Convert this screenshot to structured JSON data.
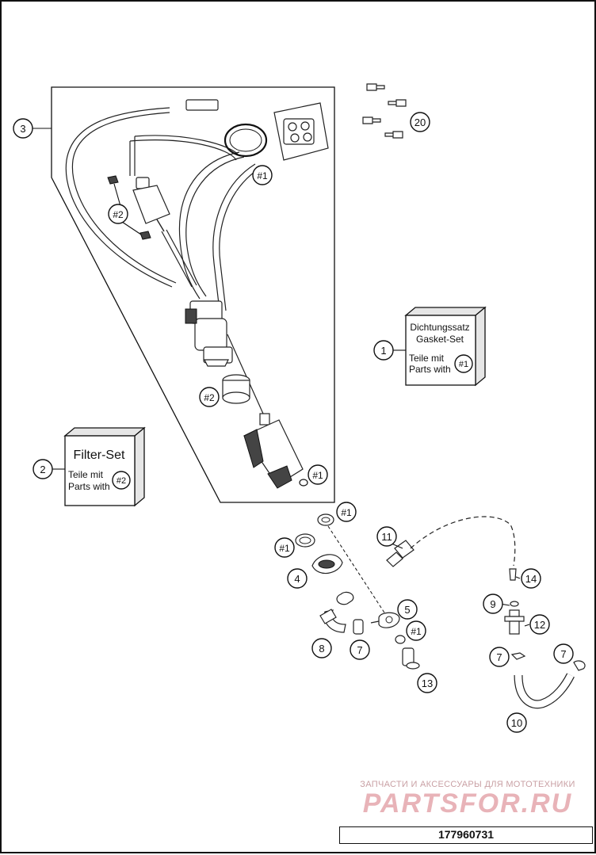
{
  "callouts": {
    "c1": "1",
    "c2": "2",
    "c3": "3",
    "c4": "4",
    "c5": "5",
    "c7a": "7",
    "c7b": "7",
    "c7c": "7",
    "c8": "8",
    "c9": "9",
    "c10": "10",
    "c11": "11",
    "c12": "12",
    "c13": "13",
    "c14": "14",
    "c20": "20",
    "h1_ring": "#1",
    "h2_filter": "#2",
    "h2_sleeve": "#2",
    "h1_oring": "#1",
    "h1_top": "#1",
    "h1_left": "#1",
    "h1_mid": "#1"
  },
  "kits": {
    "gasket_set": {
      "line1": "Dichtungssatz",
      "line2": "Gasket-Set",
      "line3": "Teile mit",
      "line4": "Parts with",
      "ref": "#1"
    },
    "filter_set": {
      "title": "Filter-Set",
      "line3": "Teile mit",
      "line4": "Parts with",
      "ref": "#2"
    }
  },
  "watermark": {
    "top": "ЗАПЧАСТИ И АКСЕССУАРЫ ДЛЯ МОТОТЕХНИКИ",
    "logo": "PARTSFOR.RU"
  },
  "part_number": "177960731"
}
